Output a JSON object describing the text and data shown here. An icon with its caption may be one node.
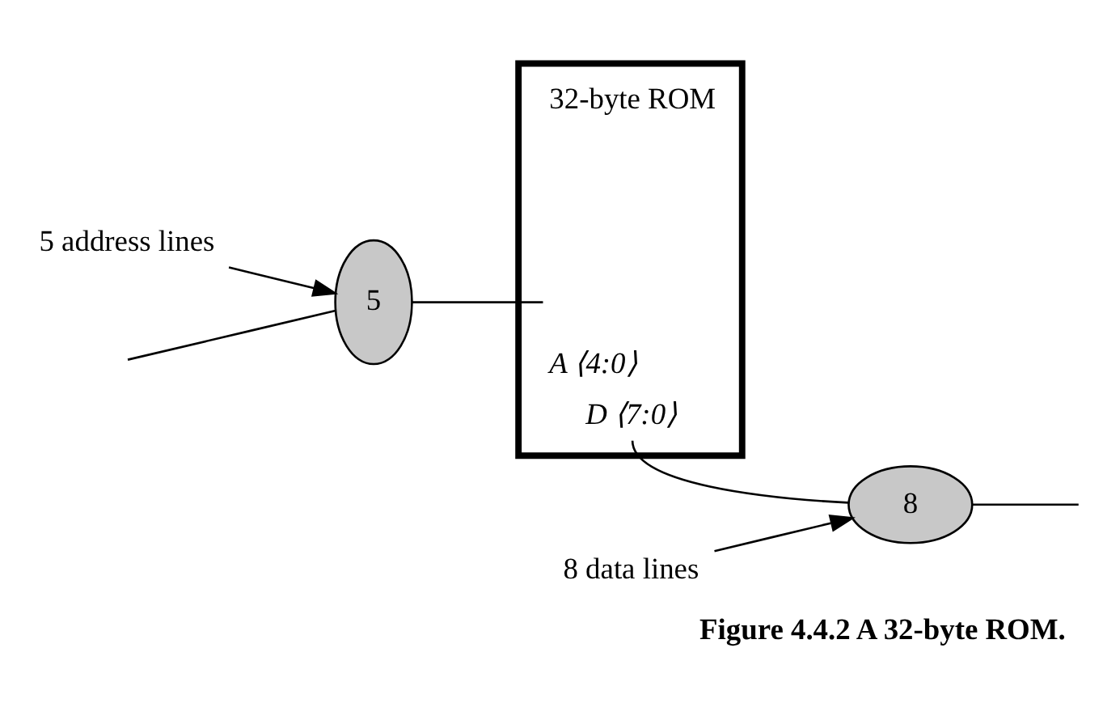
{
  "diagram": {
    "caption": "Figure 4.4.2 A 32-byte ROM.",
    "nodes": [
      {
        "text": [
          "5 address lines"
        ]
      },
      {
        "text": [
          "32-byte ROM",
          "A ⟨4:0⟩",
          "D ⟨7:0⟩"
        ]
      },
      {
        "text": [
          "5"
        ]
      },
      {
        "text": [
          "8"
        ]
      },
      {
        "text": [
          "8 data lines"
        ]
      }
    ],
    "edges": [
      {
        "from": null,
        "to": 2,
        "arrow": "none"
      },
      {
        "from": 2,
        "to": 1,
        "arrow": "none"
      },
      {
        "from": 0,
        "to": 2,
        "arrow": "to"
      },
      {
        "from": 1,
        "to": 3,
        "arrow": "none"
      },
      {
        "from": 3,
        "to": null,
        "arrow": "none"
      },
      {
        "from": 4,
        "to": 3,
        "arrow": "to"
      }
    ]
  }
}
